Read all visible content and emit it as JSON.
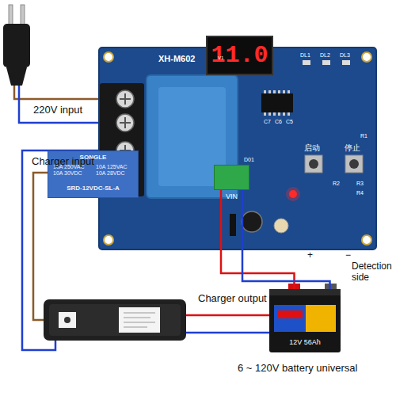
{
  "diagram": {
    "nodes": [
      {
        "text": [
          "XH-M602"
        ]
      },
      {
        "text": [
          "11.0"
        ],
        "in": 0
      },
      {
        "text": [
          "SONGLE",
          "10A 250VAC 10A 30VDC",
          "10A 125VAC 10A 28VDC",
          "SRD-12VDC-SL-A"
        ],
        "in": 0
      },
      {
        "text": [
          "VIN"
        ],
        "in": 0
      },
      {
        "text": [
          "12V 56Ah"
        ]
      }
    ],
    "edges": [
      {
        "from": 3,
        "to": 4,
        "arrow": "none"
      },
      {
        "from": 3,
        "to": 4,
        "arrow": "none"
      }
    ],
    "labels": [
      "V1",
      "220V input",
      "Charger input",
      "启动",
      "停止",
      "DL1",
      "DL2",
      "DL3",
      "R1",
      "R2",
      "R3",
      "R4",
      "C7",
      "C6",
      "C5",
      "D01",
      "+",
      "−",
      "Detection side",
      "Charger output",
      "6 ~ 120V battery universal"
    ]
  }
}
